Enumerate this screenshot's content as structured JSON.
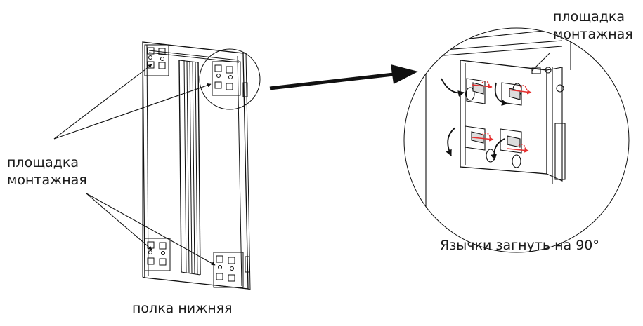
{
  "labels": {
    "pad_left_line1": "площадка",
    "pad_left_line2": "монтажная",
    "pad_right_line1": "площадка",
    "pad_right_line2": "монтажная",
    "tabs_note": "Язычки загнуть на 90°",
    "shelf_caption": "полка нижняя"
  },
  "colors": {
    "line": "#111111",
    "accent": "#e53030",
    "background": "#ffffff"
  },
  "icons": {
    "pointer": "arrow-right-icon",
    "bend": "curved-arrow-icon"
  }
}
